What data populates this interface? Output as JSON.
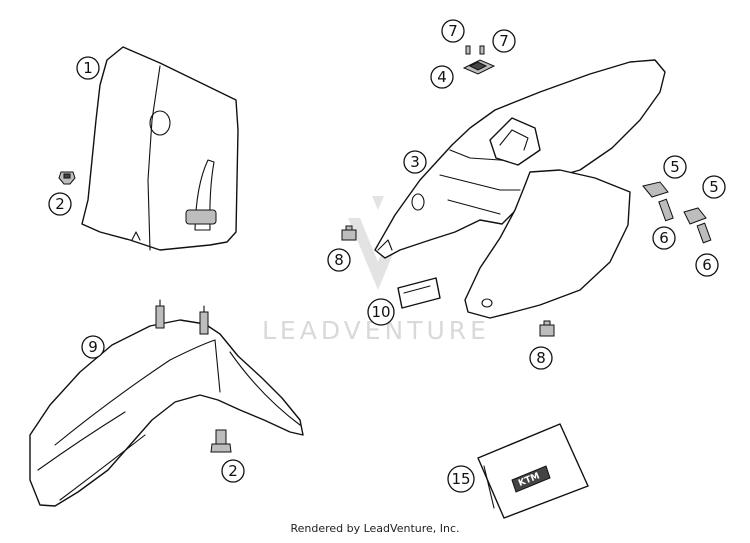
{
  "callouts": {
    "c1": "1",
    "c2a": "2",
    "c2b": "2",
    "c3": "3",
    "c4": "4",
    "c5a": "5",
    "c5b": "5",
    "c6a": "6",
    "c6b": "6",
    "c7a": "7",
    "c7b": "7",
    "c8a": "8",
    "c8b": "8",
    "c9": "9",
    "c10": "10",
    "c15": "15"
  },
  "watermark": "LEADVENTURE",
  "footer": "Rendered by LeadVenture, Inc.",
  "decal_logo_text": "KTM",
  "colors": {
    "line": "#111111",
    "watermark": "#d9d9d9",
    "background": "#ffffff"
  }
}
